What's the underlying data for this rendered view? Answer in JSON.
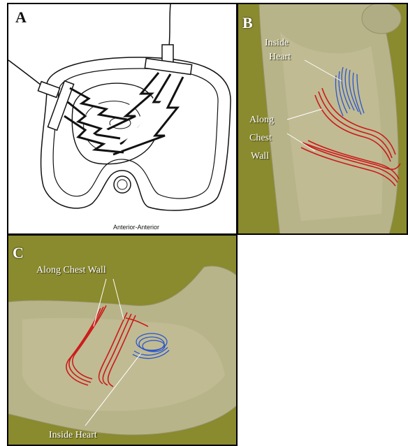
{
  "panels": {
    "a": {
      "letter": "A",
      "caption": "Anterior-Anterior"
    },
    "b": {
      "letter": "B",
      "label_inside": "Inside\nHeart",
      "label_inside_l1": "Inside",
      "label_inside_l2": "Heart",
      "label_along_l1": "Along",
      "label_along_l2": "Chest",
      "label_along_l3": "Wall"
    },
    "c": {
      "letter": "C",
      "label_along": "Along Chest Wall",
      "label_inside": "Inside Heart"
    }
  },
  "colors": {
    "background_olive": "#8a8a2e",
    "body_tan": "#b8b48a",
    "fiber_red": "#cc1a1a",
    "fiber_blue": "#2a55d0",
    "panel_border": "#000000"
  }
}
